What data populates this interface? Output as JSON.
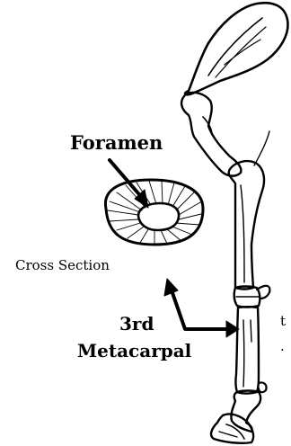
{
  "labels": {
    "foramen": "Foramen",
    "cross_section": "Cross Section",
    "metacarpal_line1": "3rd",
    "metacarpal_line2": "Metacarpal",
    "edge_fragment_1": "t",
    "edge_fragment_2": "."
  },
  "colors": {
    "ink": "#000000",
    "background": "#ffffff"
  }
}
